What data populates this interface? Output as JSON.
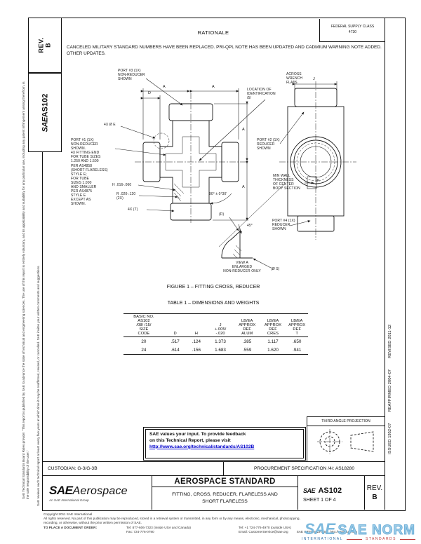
{
  "masthead": {
    "rev_label": "REV.",
    "rev_value": "B",
    "sae": "SAE",
    "doc_number_vertical": "AS102",
    "fsc_line1": "FEDERAL SUPPLY CLASS",
    "fsc_line2": "4730"
  },
  "margins": {
    "left_disclaimer": "SAE Technical Standards Board Rules provide: \"This report is published by SAE to advance the state of technical and engineering sciences. The use of this report is entirely voluntary, and its applicability and suitability for any particular use, including any patent infringement arising therefrom, is the sole responsibility of the user.\"",
    "left_reviews": "SAE reviews each technical report at least every five years at which time it may be reaffirmed, revised, or cancelled. SAE invites your written comments and suggestions.",
    "issued": "ISSUED 1952-07",
    "reaffirmed": "REAFFIRMED 2004-07",
    "revised": "REVISED 2011-12"
  },
  "rationale": {
    "title": "RATIONALE",
    "body": "CANCELED MILITARY STANDARD NUMBERS HAVE BEEN REPLACED.  PRI-QPL NOTE HAS BEEN UPDATED AND CADMIUM WARNING NOTE ADDED.  OTHER UPDATES."
  },
  "figure": {
    "caption": "FIGURE 1 –  FITTING CROSS, REDUCER",
    "ann": {
      "port3": "PORT #3 (1X)\nNON-REDUCER\nSHOWN",
      "port1": "PORT #1 (1X)\nNON-REDUCER\nSHOWN.\n4X FITTING END\nFOR TUBE SIZES\n1.250 AND 1.500\nPER AS4858\n(SHORT FLARELESS)\nSTYLE E;\nFOR TUBE\nSIZES 1.000\nAND SMALLER\nPER AS4875\nSTYLE E\nEXCEPT AS\nSHOWN.",
      "port2": "PORT #2 (1X)\nREDUCER\nSHOWN",
      "port4": "PORT #4 (1X)\nREDUCER\nSHOWN",
      "location_id": "LOCATION OF\nIDENTIFICATION\n/5/",
      "across_flats": "ACROSS\nWRENCH\nFLATS",
      "min_wall": "MIN WALL\nTHICKNESS\nOF CENTER\nBODY SECTION",
      "view_a": "VIEW A\nENLARGED\nNON-REDUCER ONLY"
    },
    "dims": {
      "a1": "A",
      "a2": "A",
      "a3": "A",
      "a4": "A",
      "d": "D",
      "j": "J",
      "k": "K",
      "h": "H .016-.060",
      "r": "R .020-.120\n(2X)",
      "t4x": "4X (T)",
      "e4x": "4X Ø E",
      "angle90": "90° ± 0°30'",
      "d_paren": "(D)",
      "deg45": "45°",
      "s_paren": "(Ø S)"
    }
  },
  "table": {
    "caption": "TABLE 1 – DIMENSIONS AND WEIGHTS",
    "headers": [
      "BASIC NO.\nAS102\n/08/ /15/\nSIZE\nCODE",
      "D",
      "H",
      "J\n+.005/\n-.020",
      "LB/EA\nAPPROX\nREF\nALUM",
      "LB/EA\nAPPROX\nREF\nCRES",
      "LB/EA\nAPPROX\nREF\nT"
    ],
    "rows": [
      [
        "20",
        ".517",
        ".124",
        "1.373",
        ".385",
        "1.117",
        ".650"
      ],
      [
        "24",
        ".614",
        ".156",
        "1.683",
        ".559",
        "1.620",
        ".941"
      ]
    ]
  },
  "feedback": {
    "line1": "SAE values your input. To provide feedback",
    "line2": "on this Technical Report, please visit",
    "link": "http://www.sae.org/technical/standards/AS102B"
  },
  "projection": {
    "label": "THIRD ANGLE PROJECTION"
  },
  "title_block": {
    "custodian": "CUSTODIAN:  G-3/G-3B",
    "procurement": "PROCUREMENT SPECIFICATION /4/:  AS18280",
    "logo_sae": "SAE",
    "logo_aerospace": "Aerospace",
    "logo_tagline": "An SAE International Group",
    "standard_type": "AEROSPACE STANDARD",
    "standard_title": "FITTING, CROSS, REDUCER, FLARELESS AND\nSHORT FLARELESS",
    "doc_sae": "SAE",
    "doc_number": "AS102",
    "sheet": "SHEET 1 OF 4",
    "rev_label": "REV.",
    "rev_value": "B"
  },
  "footer": {
    "copyright": "Copyright 2011 SAE International",
    "rights": "All rights reserved. No part of this publication may be reproduced, stored in a retrieval system or transmitted, in any form or by any means, electronic, mechanical, photocopying,\nrecording, or otherwise, without the prior written permission of SAE.",
    "order_label": "TO PLACE A DOCUMENT ORDER:",
    "tel_inside": "Tel: 877-606-7323 (inside USA and Canada)",
    "tel_outside": "Tel: +1 724-776-4970 (outside USA)",
    "fax": "Fax: 724-776-0790",
    "email": "Email: CustomerService@sae.org",
    "web": "SAE WEB ADDRESS: http://www.sae.org"
  },
  "watermark": {
    "sae": "SAE",
    "norm": "SAE NORM",
    "international": "INTERNATIONAL",
    "standards": "STANDARDS",
    "blue": "#7cb9dd",
    "dark_blue": "#2e6da4",
    "red": "#c23b3b"
  }
}
